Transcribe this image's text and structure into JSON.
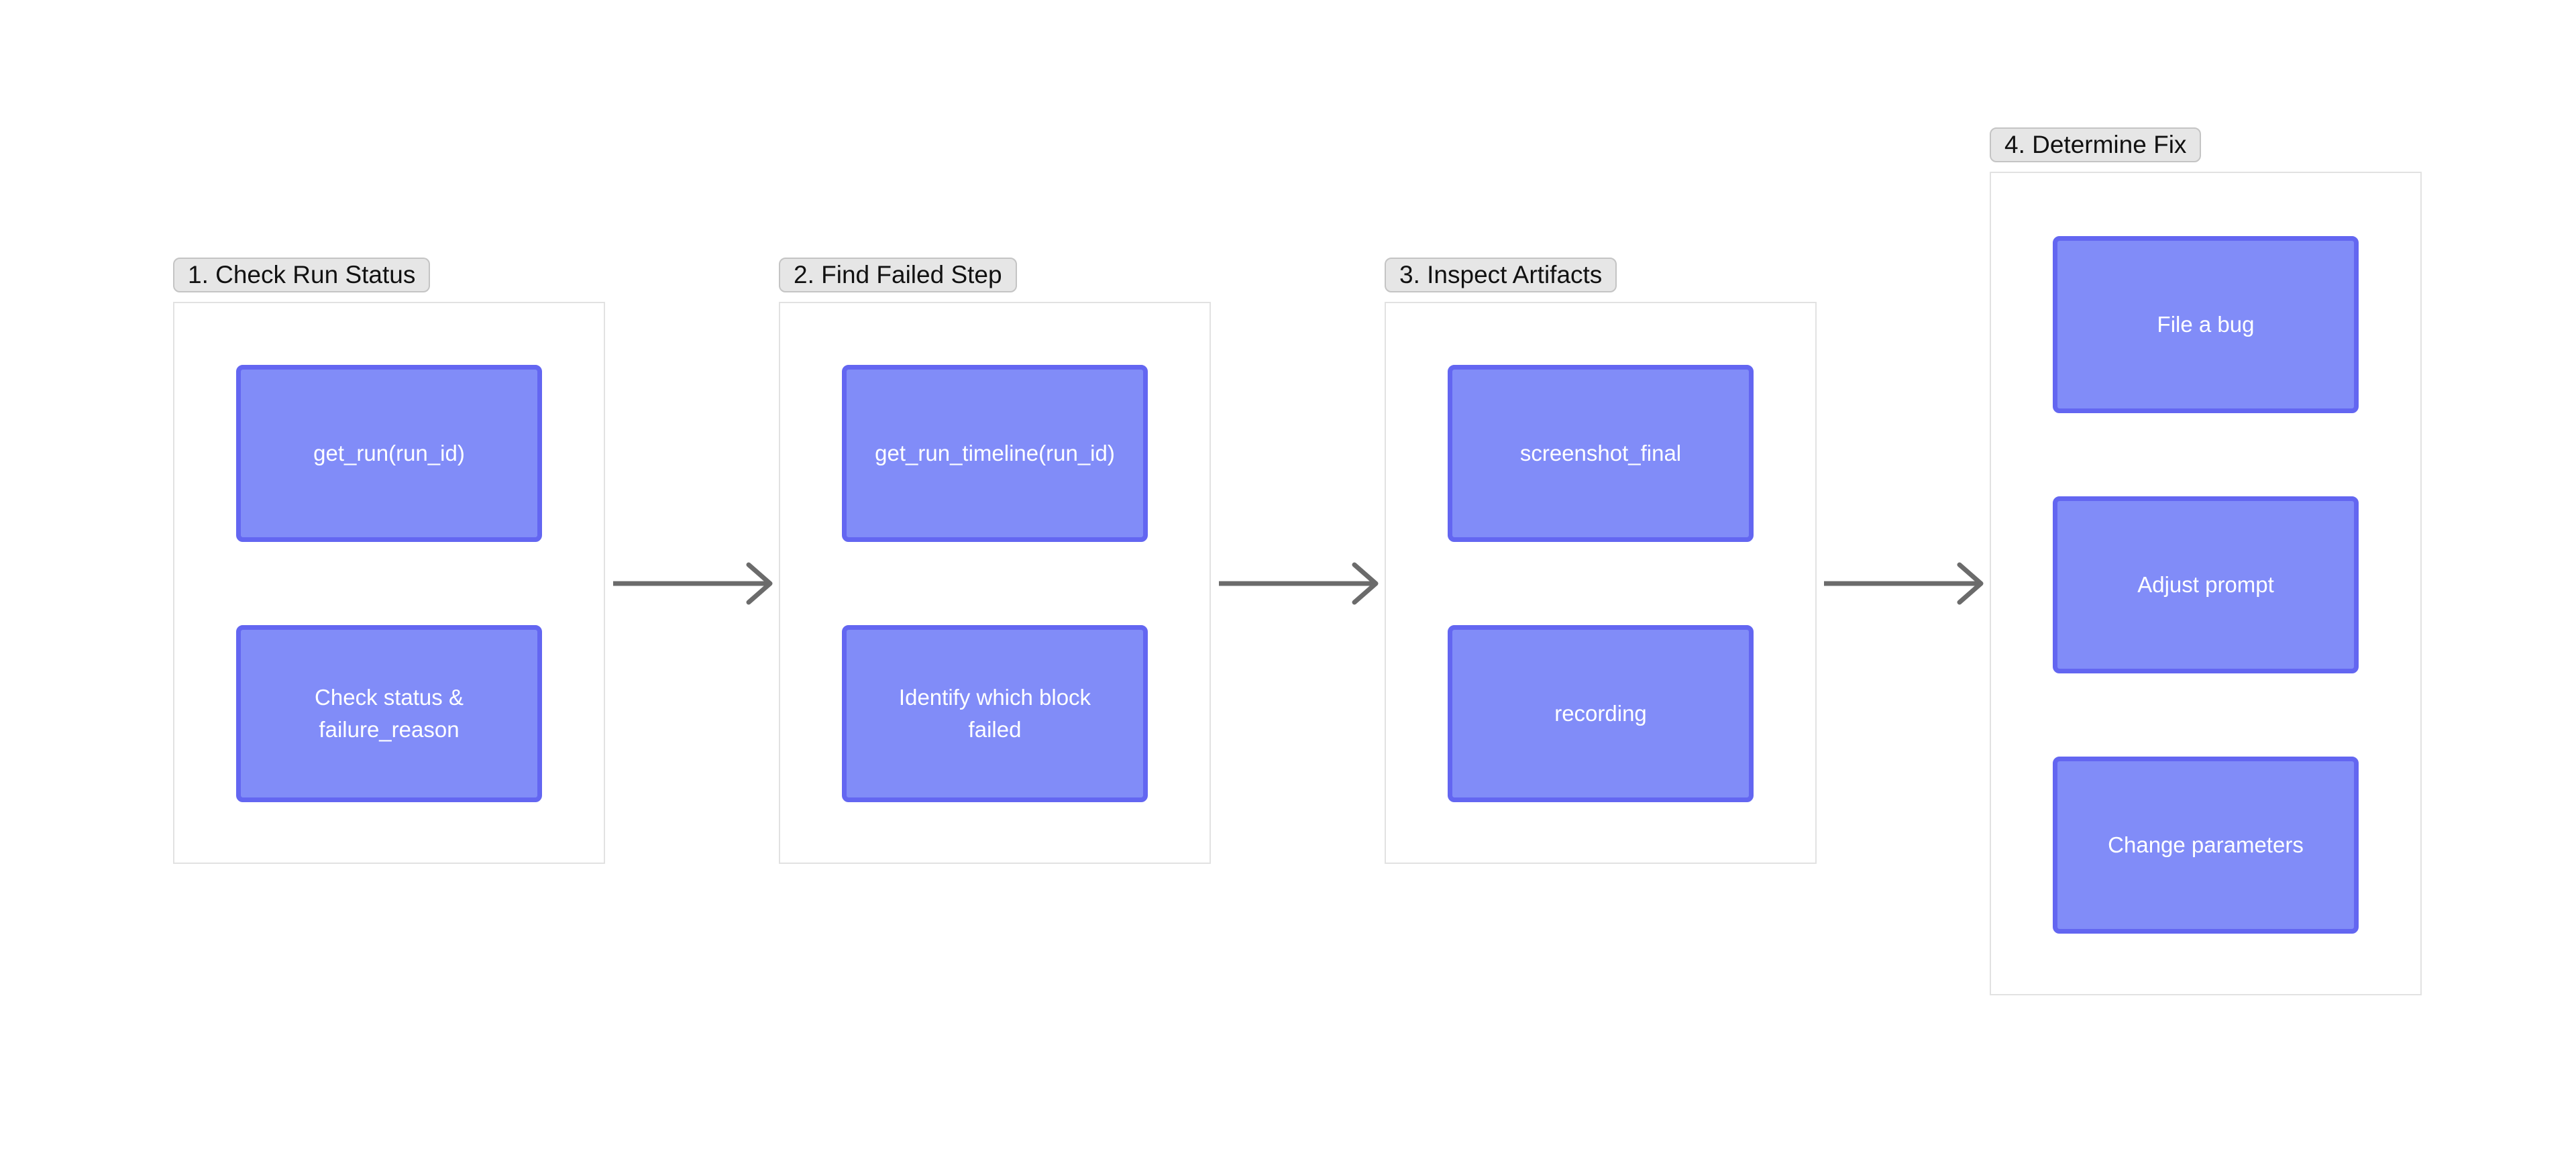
{
  "diagram": {
    "groups": [
      {
        "label": "1. Check Run Status",
        "nodes": [
          "get_run(run_id)",
          "Check status & failure_reason"
        ]
      },
      {
        "label": "2. Find Failed Step",
        "nodes": [
          "get_run_timeline(run_id)",
          "Identify which block failed"
        ]
      },
      {
        "label": "3. Inspect Artifacts",
        "nodes": [
          "screenshot_final",
          "recording"
        ]
      },
      {
        "label": "4. Determine Fix",
        "nodes": [
          "File a bug",
          "Adjust prompt",
          "Change parameters"
        ]
      }
    ],
    "colors": {
      "node_fill": "#818cf8",
      "node_border": "#6366f1",
      "node_text": "#ffffff",
      "label_fill": "#e6e6e6",
      "arrow": "#6b6b6b"
    }
  }
}
